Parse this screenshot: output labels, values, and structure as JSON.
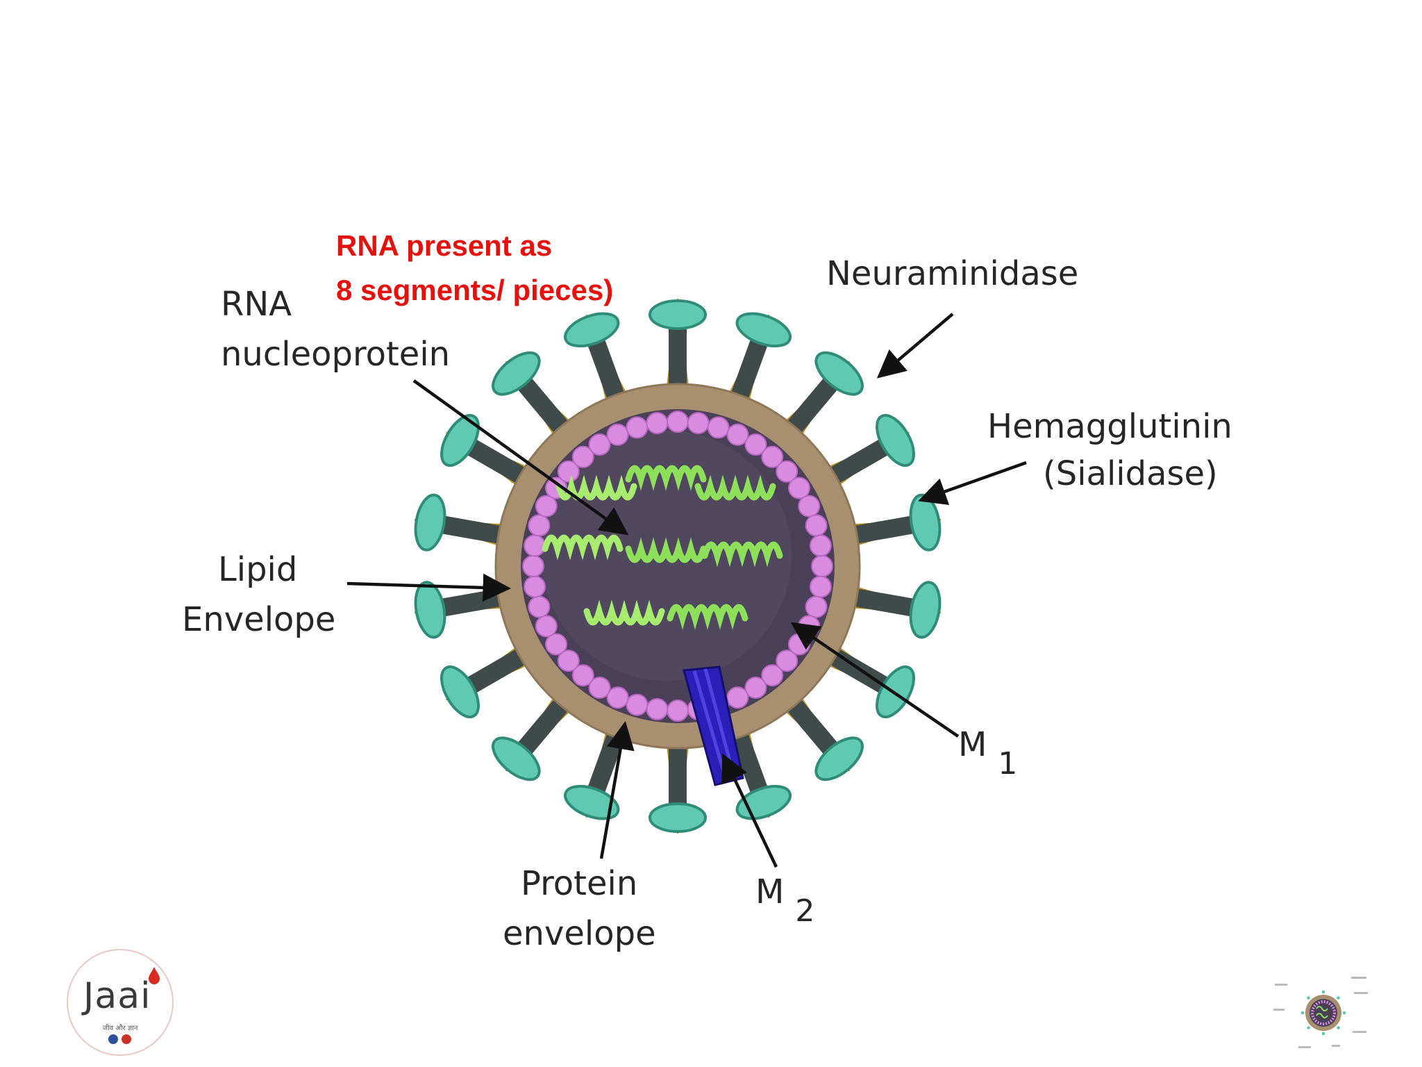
{
  "note": {
    "line1": "RNA present as",
    "line2": "8 segments/ pieces)"
  },
  "labels": {
    "rna_line1": "RNA",
    "rna_line2": "nucleoprotein",
    "neuraminidase": "Neuraminidase",
    "hemagglutinin_line1": "Hemagglutinin",
    "hemagglutinin_line2": "(Sialidase)",
    "lipid_line1": "Lipid",
    "lipid_line2": "Envelope",
    "m1_main": "M",
    "m1_sub": "1",
    "m2_main": "M",
    "m2_sub": "2",
    "protein_line1": "Protein",
    "protein_line2": "envelope"
  },
  "logo": {
    "text": "Jaai",
    "subtext": "जीव और ज्ञान"
  },
  "colors": {
    "note_red": "#e8100c",
    "spike_head": "#5fc9b2",
    "spike_stalk": "#3f4a4a",
    "spike_thorn": "#d9ae3e",
    "envelope": "#a88f6f",
    "core": "#4a4158",
    "bead": "#d98be0",
    "rna": "#8ee05a",
    "m2": "#2a1fb8"
  }
}
